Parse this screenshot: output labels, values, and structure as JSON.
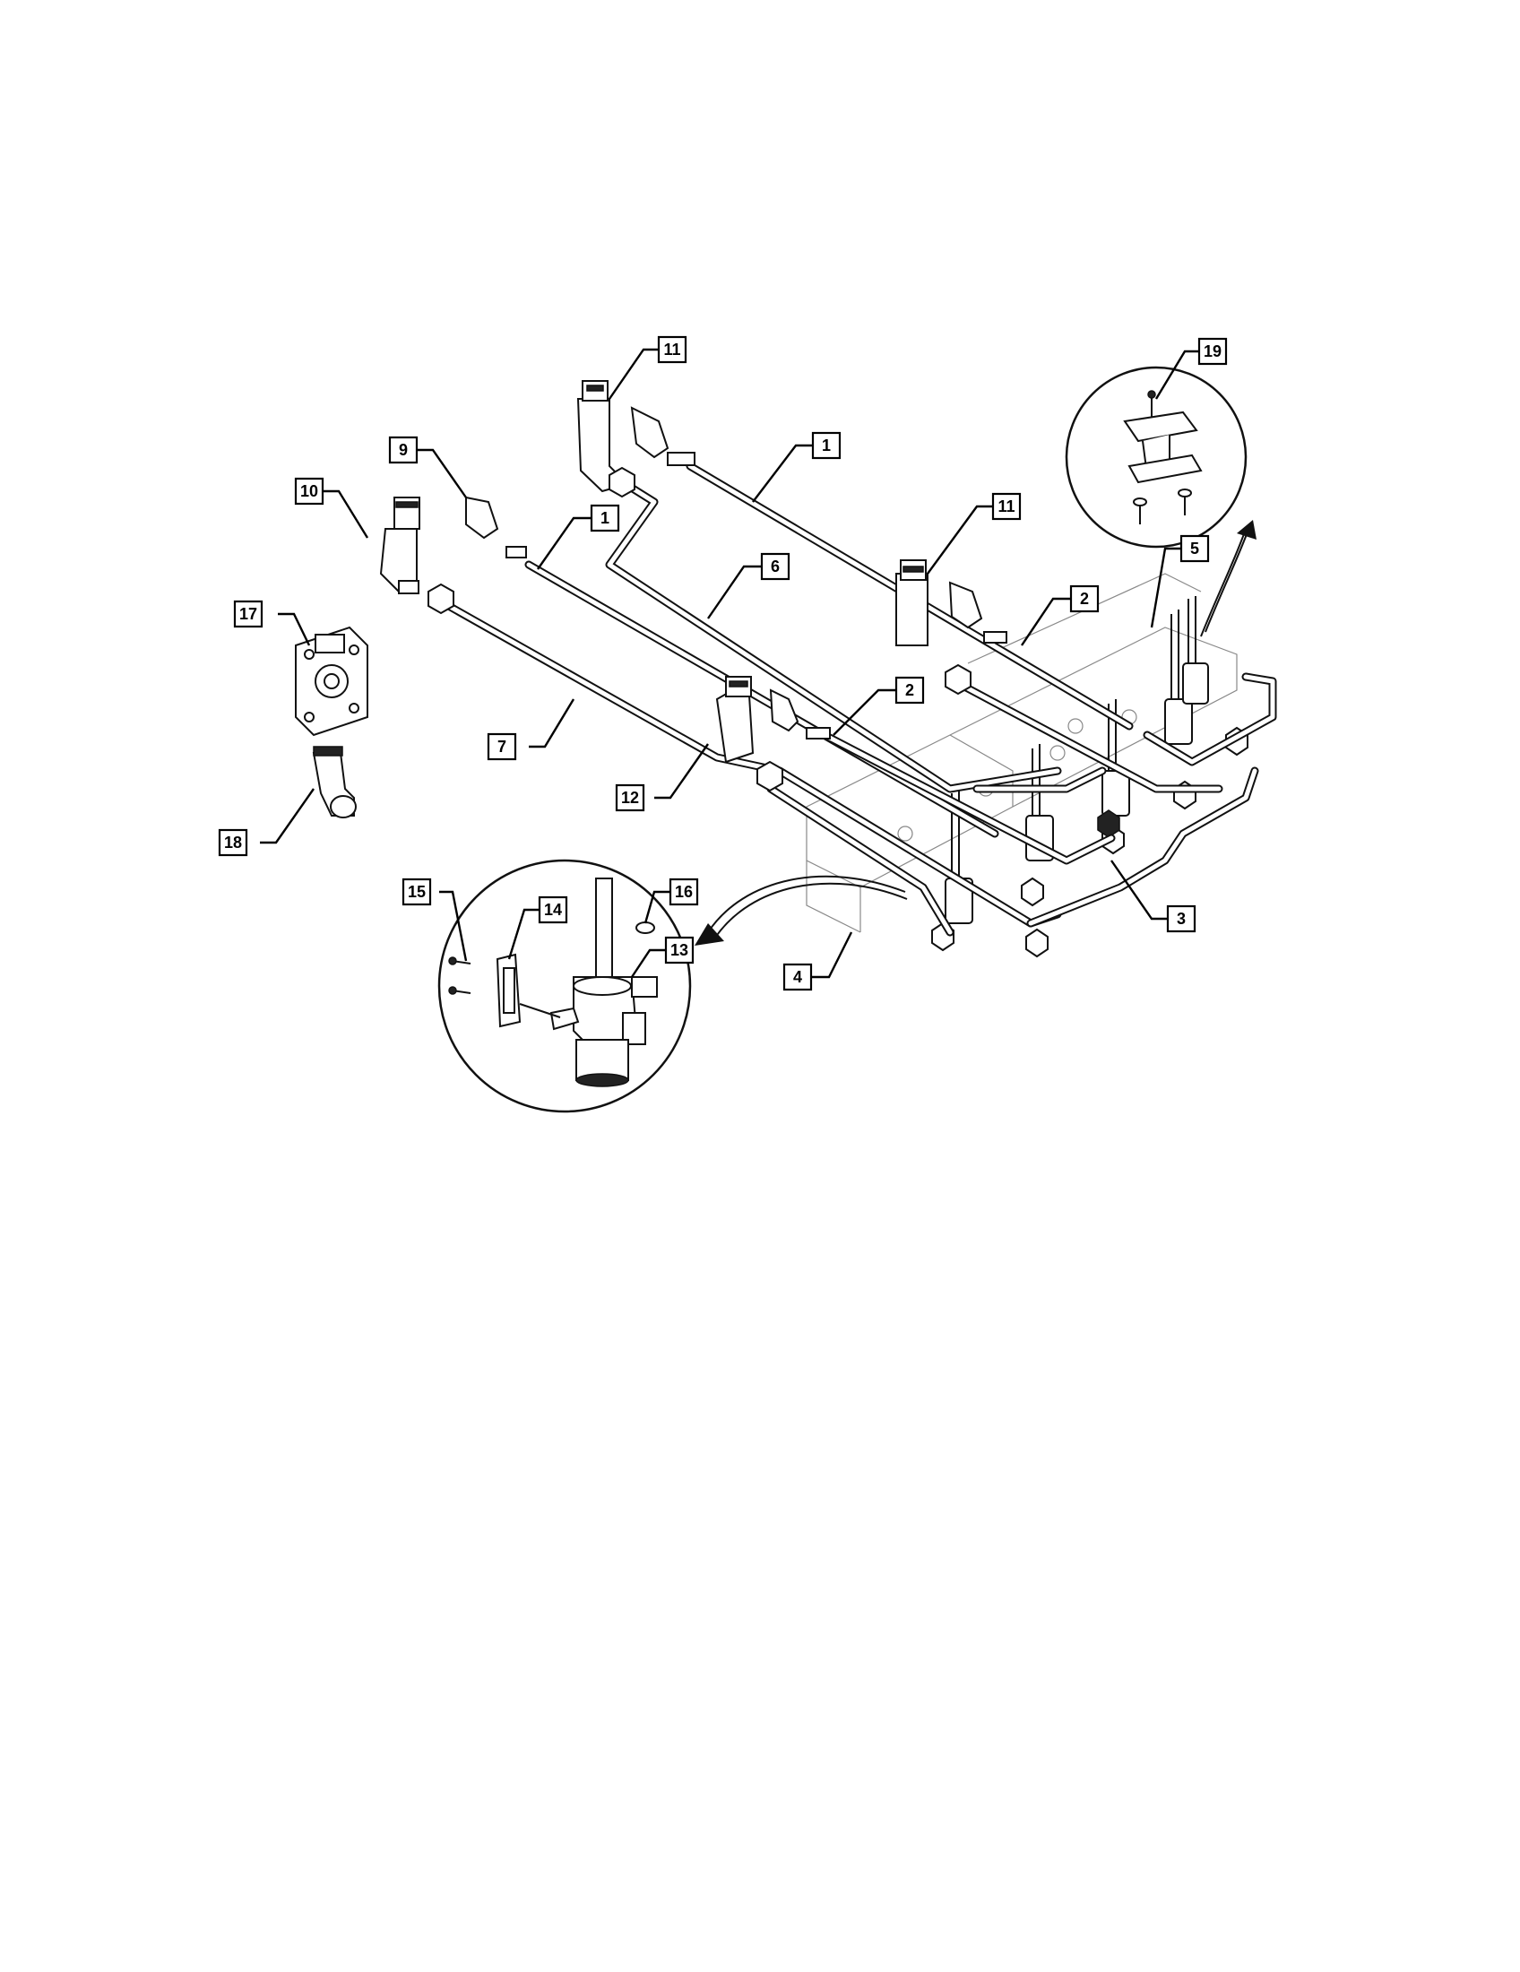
{
  "diagram": {
    "callouts": {
      "c1a": "11",
      "c1b": "1",
      "c1c": "9",
      "c1d": "10",
      "c1e": "1",
      "c1f": "11",
      "c1g": "6",
      "c1h": "2",
      "c1i": "17",
      "c1j": "2",
      "c1k": "7",
      "c1l": "12",
      "c1m": "18",
      "c1n": "15",
      "c1o": "14",
      "c1p": "16",
      "c1q": "13",
      "c1r": "4",
      "c1s": "3",
      "c1t": "19",
      "c1u": "5"
    }
  }
}
